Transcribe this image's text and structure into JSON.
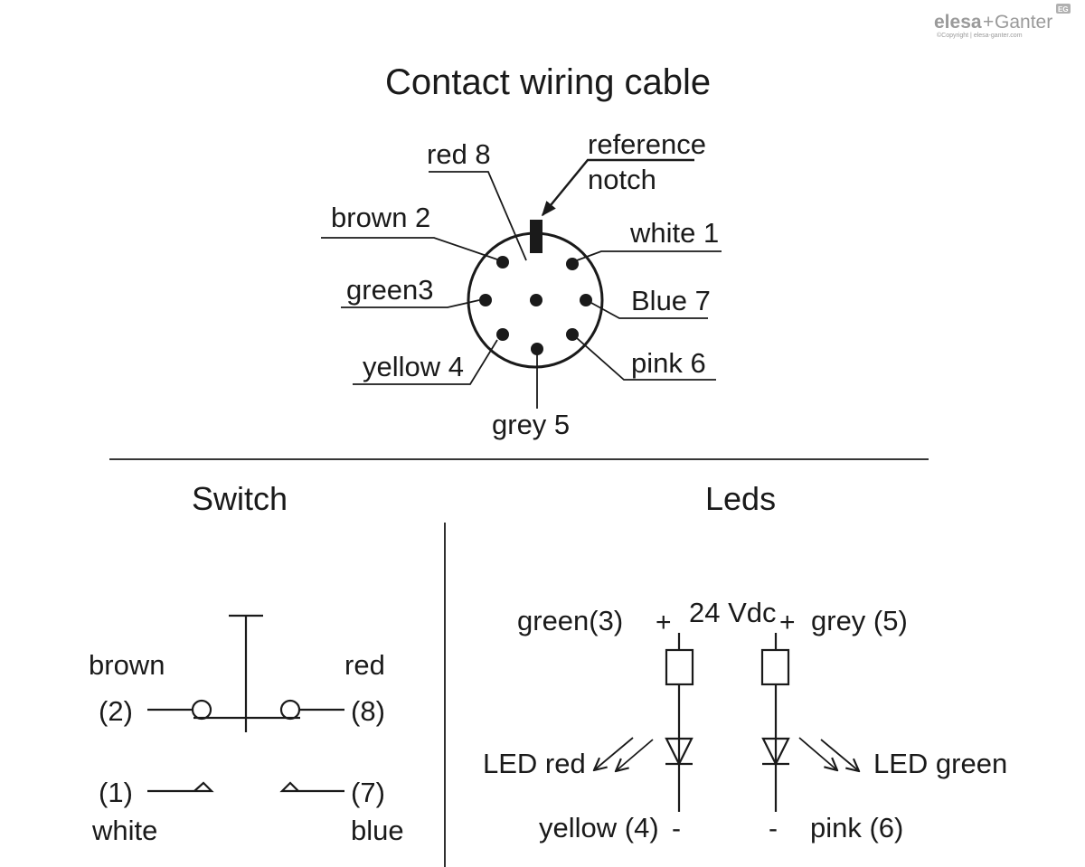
{
  "logo": {
    "brand_a": "elesa",
    "brand_plus": "+",
    "brand_b": "Ganter",
    "badge": "EG",
    "copyright": "©Copyright | elesa-ganter.com"
  },
  "connector": {
    "title": "Contact wiring cable",
    "notch_label_line1": "reference",
    "notch_label_line2": "notch",
    "pins": {
      "red8": "red 8",
      "white1": "white 1",
      "brown2": "brown 2",
      "green3": "green3",
      "blue7": "Blue 7",
      "yellow4": "yellow 4",
      "pink6": "pink 6",
      "grey5": "grey 5"
    }
  },
  "switch": {
    "title": "Switch",
    "brown": "brown",
    "red": "red",
    "p2": "(2)",
    "p8": "(8)",
    "p1": "(1)",
    "p7": "(7)",
    "white": "white",
    "blue": "blue"
  },
  "leds": {
    "title": "Leds",
    "green3": "green(3)",
    "plus_left": "+",
    "voltage": "24 Vdc",
    "plus_right": "+",
    "grey5": "grey (5)",
    "led_red": "LED red",
    "led_green": "LED green",
    "yellow4": "yellow (4)",
    "minus_left": "-",
    "minus_right": "-",
    "pink6": "pink (6)"
  }
}
